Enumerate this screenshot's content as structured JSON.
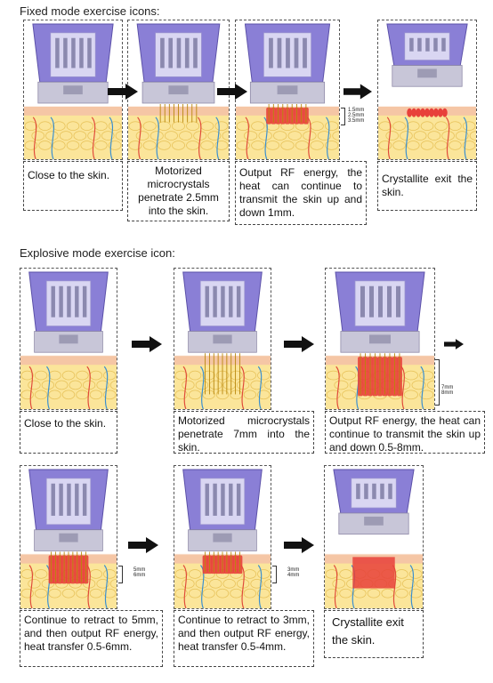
{
  "headings": {
    "fixed": "Fixed mode exercise icons:",
    "explosive": "Explosive mode exercise icon:"
  },
  "fixed_mode": {
    "captions": [
      "Close to the skin.",
      "Motorized microcrystals penetrate 2.5mm into the skin.",
      "Output RF energy, the heat can continue to transmit the skin up and down 1mm.",
      "Crystallite exit the skin."
    ],
    "depth_labels": [
      "1.5mm",
      "2.5mm",
      "3.5mm"
    ]
  },
  "explosive_mode": {
    "captions": [
      "Close to the skin.",
      "Motorized microcrystals penetrate 7mm into the skin.",
      "Output RF energy, the heat can continue to transmit the skin up and down 0.5-8mm.",
      "Continue to retract to 5mm, and then output RF energy, heat transfer 0.5-6mm.",
      "Continue to retract to 3mm, and then output RF energy, heat transfer 0.5-4mm.",
      "Crystallite exit the skin."
    ],
    "depth_labels": {
      "step3": [
        "7mm",
        "8mm"
      ],
      "step4": [
        "5mm",
        "6mm"
      ],
      "step5": [
        "3mm",
        "4mm"
      ]
    }
  },
  "colors": {
    "device_purple": "#8a7fd6",
    "device_light": "#d9d6f2",
    "skin_epidermis": "#f5c6a5",
    "skin_dermis": "#fbe59a",
    "rf_energy": "#e8413a",
    "vessel_red": "#e04a3a",
    "vessel_blue": "#3a8fd0"
  }
}
